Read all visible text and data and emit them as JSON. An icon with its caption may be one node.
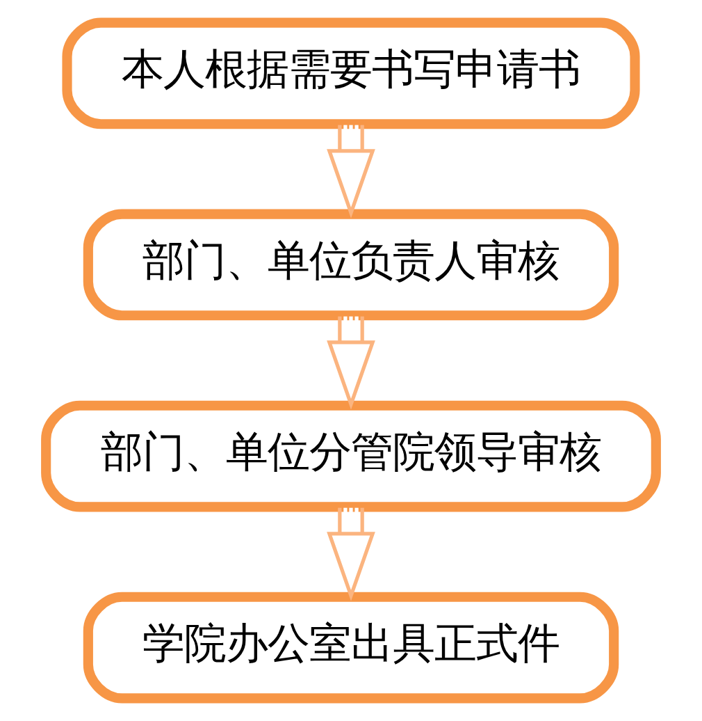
{
  "diagram": {
    "nodes": [
      {
        "text": [
          "本人根据需要书写申请书"
        ]
      },
      {
        "text": [
          "部门、单位负责人审核"
        ]
      },
      {
        "text": [
          "部门、单位分管院领导审核"
        ]
      },
      {
        "text": [
          "学院办公室出具正式件"
        ]
      }
    ],
    "edges": [
      {
        "from": 0,
        "to": 1,
        "arrow": "to"
      },
      {
        "from": 1,
        "to": 2,
        "arrow": "to"
      },
      {
        "from": 2,
        "to": 3,
        "arrow": "to"
      }
    ]
  }
}
